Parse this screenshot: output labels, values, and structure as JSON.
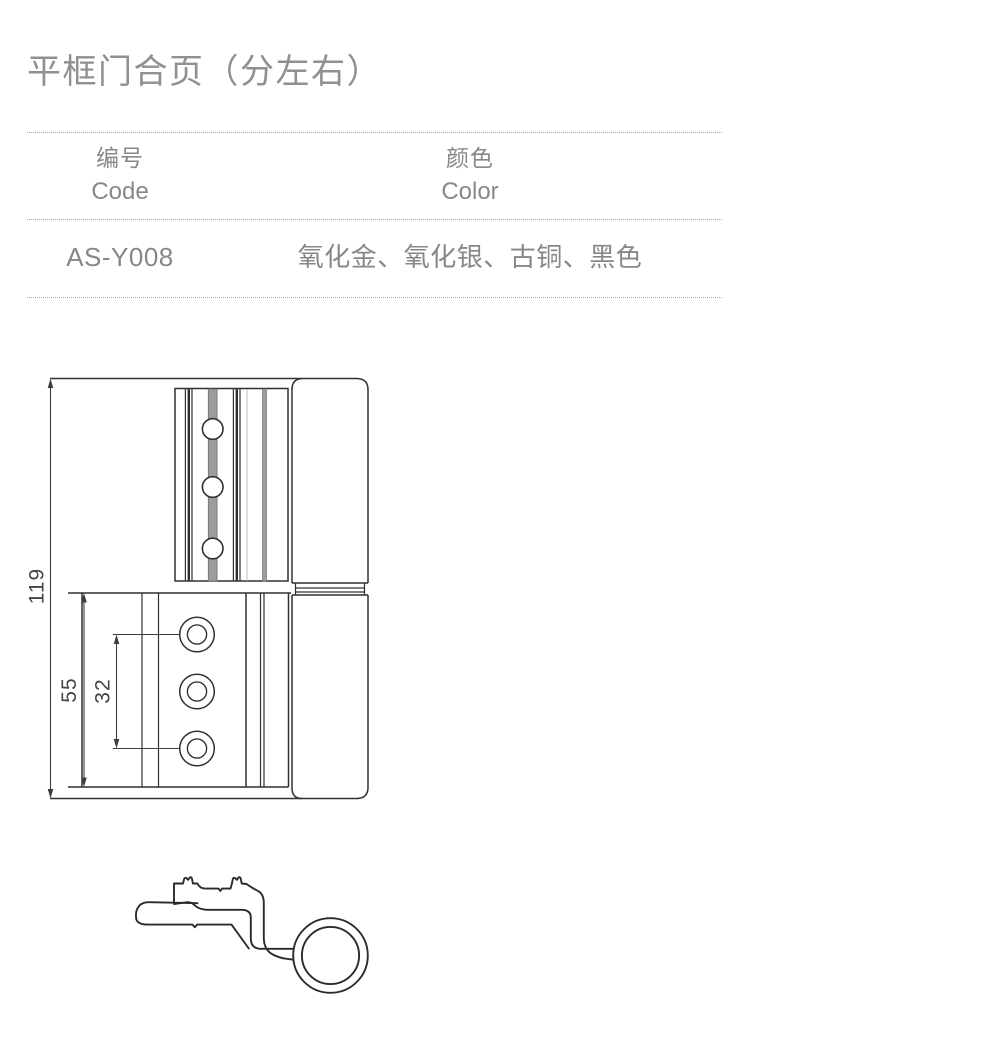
{
  "title": "平框门合页（分左右）",
  "table": {
    "headers": [
      {
        "zh": "编号",
        "en": "Code"
      },
      {
        "zh": "颜色",
        "en": "Color"
      }
    ],
    "row": {
      "code": "AS-Y008",
      "colors": "氧化金、氧化银、古铜、黑色"
    }
  },
  "drawing": {
    "dim_total_height": "119",
    "dim_leaf_height": "55",
    "dim_hole_spacing": "32"
  },
  "colors": {
    "title_text": "#909092",
    "table_text": "#87888a",
    "rule": "#a9a9a9",
    "drawing_line": "#303030",
    "slot_gray": "#9c9c9c"
  }
}
